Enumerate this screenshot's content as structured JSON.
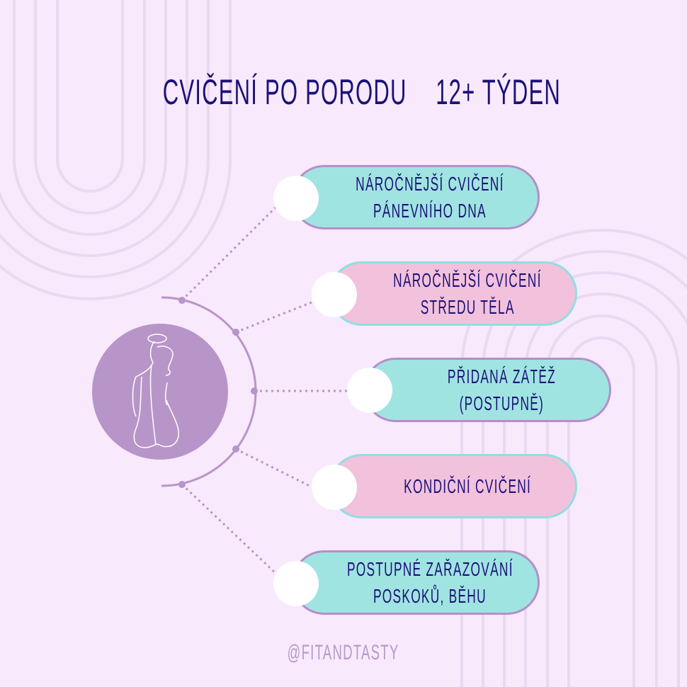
{
  "title": {
    "part1": "CVIČENÍ PO PORODU",
    "part2": "12+ TÝDEN"
  },
  "items": [
    {
      "line1": "NÁROČNĚJŠÍ CVIČENÍ",
      "line2": "PÁNEVNÍHO DNA",
      "style": "teal"
    },
    {
      "line1": "NÁROČNĚJŠÍ CVIČENÍ",
      "line2": "STŘEDU TĚLA",
      "style": "pink"
    },
    {
      "line1": "PŘIDANÁ ZÁTĚŽ",
      "line2": "(POSTUPNĚ)",
      "style": "teal"
    },
    {
      "line1": "KONDIČNÍ CVIČENÍ",
      "line2": "",
      "style": "pink"
    },
    {
      "line1": "POSTUPNÉ ZAŘAZOVÁNÍ",
      "line2": "POSKOKŮ, BĚHU",
      "style": "teal"
    }
  ],
  "footer": "@FITANDTASTY",
  "colors": {
    "background": "#f8e9fc",
    "teal": "#a0e4e2",
    "pink": "#f2c1dc",
    "purple": "#b895c8",
    "navy": "#1b1278"
  }
}
